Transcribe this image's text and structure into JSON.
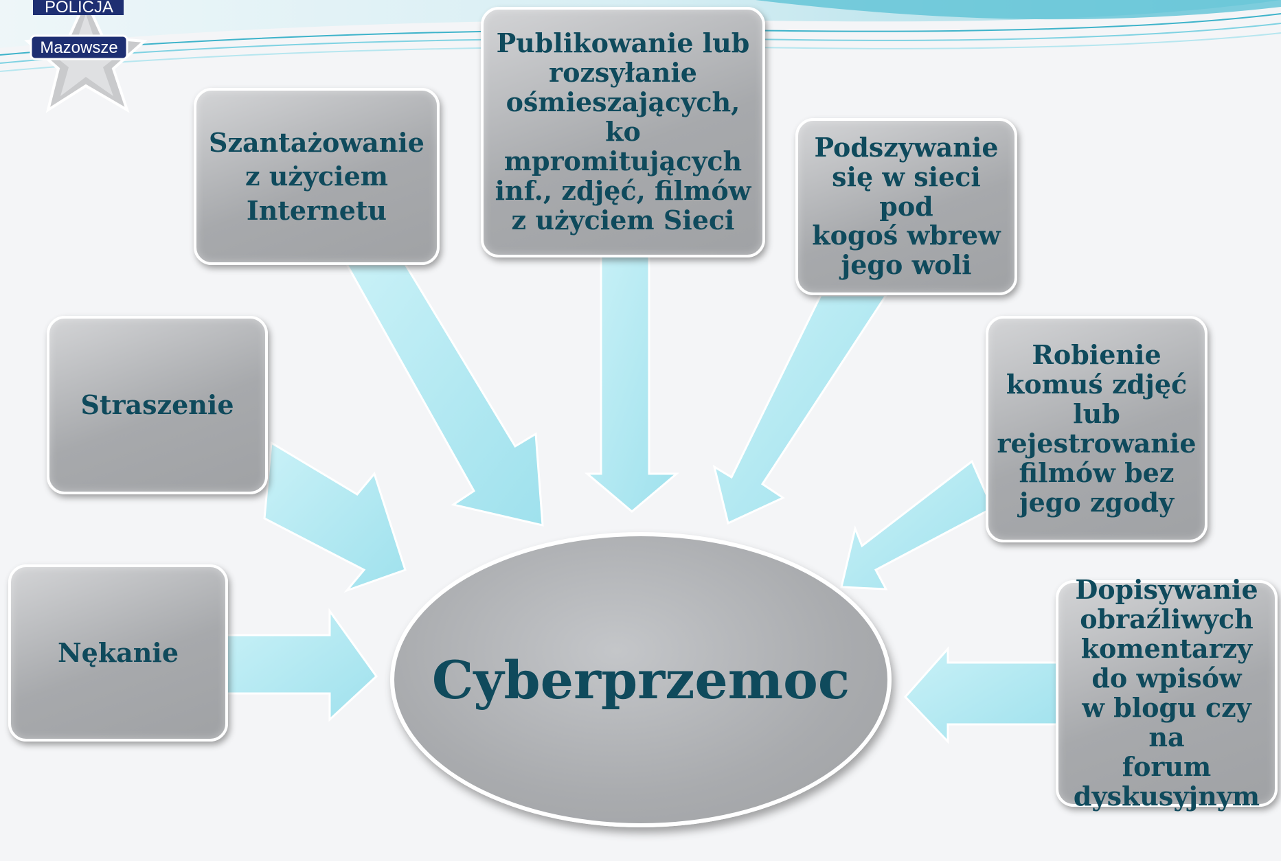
{
  "logo": {
    "top_text": "POLICJA",
    "bottom_text": "Mazowsze"
  },
  "center": {
    "label": "Cyberprzemoc"
  },
  "nodes": [
    {
      "id": "nekanie",
      "label": "Nękanie"
    },
    {
      "id": "straszenie",
      "label": "Straszenie"
    },
    {
      "id": "szantazowanie",
      "label": "Szantażowanie\nz użyciem\nInternetu"
    },
    {
      "id": "publikowanie",
      "label": "Publikowanie lub\nrozsyłanie\nośmieszających, ko\nmpromitujących\ninf., zdjęć, filmów\nz użyciem Sieci"
    },
    {
      "id": "podszywanie",
      "label": "Podszywanie\nsię w sieci pod\nkogoś wbrew\njego woli"
    },
    {
      "id": "robienie",
      "label": "Robienie\nkomuś zdjęć\nlub\nrejestrowanie\nfilmów bez\njego zgody"
    },
    {
      "id": "dopisywanie",
      "label": "Dopisywanie\nobraźliwych\nkomentarzy\ndo wpisów\nw blogu czy na\nforum\ndyskusyjnym"
    }
  ],
  "colors": {
    "text": "#0f4a5c",
    "arrow": "#a8e6f0",
    "box": "#a7a9ac",
    "wave": "#5fc3d6"
  }
}
